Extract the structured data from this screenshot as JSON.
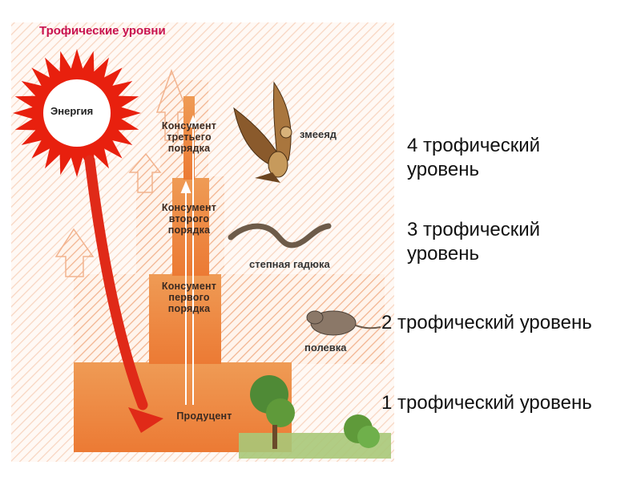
{
  "title": "Трофические уровни",
  "energy_label": "Энергия",
  "pyramid": {
    "consumer3": [
      "Консумент",
      "третьего",
      "порядка"
    ],
    "consumer2": [
      "Консумент",
      "второго",
      "порядка"
    ],
    "consumer1": [
      "Консумент",
      "первого",
      "порядка"
    ],
    "producer": "Продуцент"
  },
  "animals": {
    "eagle": "змееяд",
    "snake": "степная  гадюка",
    "vole": "полевка"
  },
  "levels": {
    "level4": [
      "4 трофический",
      "уровень"
    ],
    "level3": [
      "3 трофический",
      "уровень"
    ],
    "level2": "2 трофический уровень",
    "level1": "1 трофический уровень"
  },
  "colors": {
    "title": "#c8124f",
    "sun": "#e8200e",
    "pyramid_fill": "#f08a3c",
    "hatch": "#f2b38e",
    "arrow_main": "#e02a18"
  }
}
